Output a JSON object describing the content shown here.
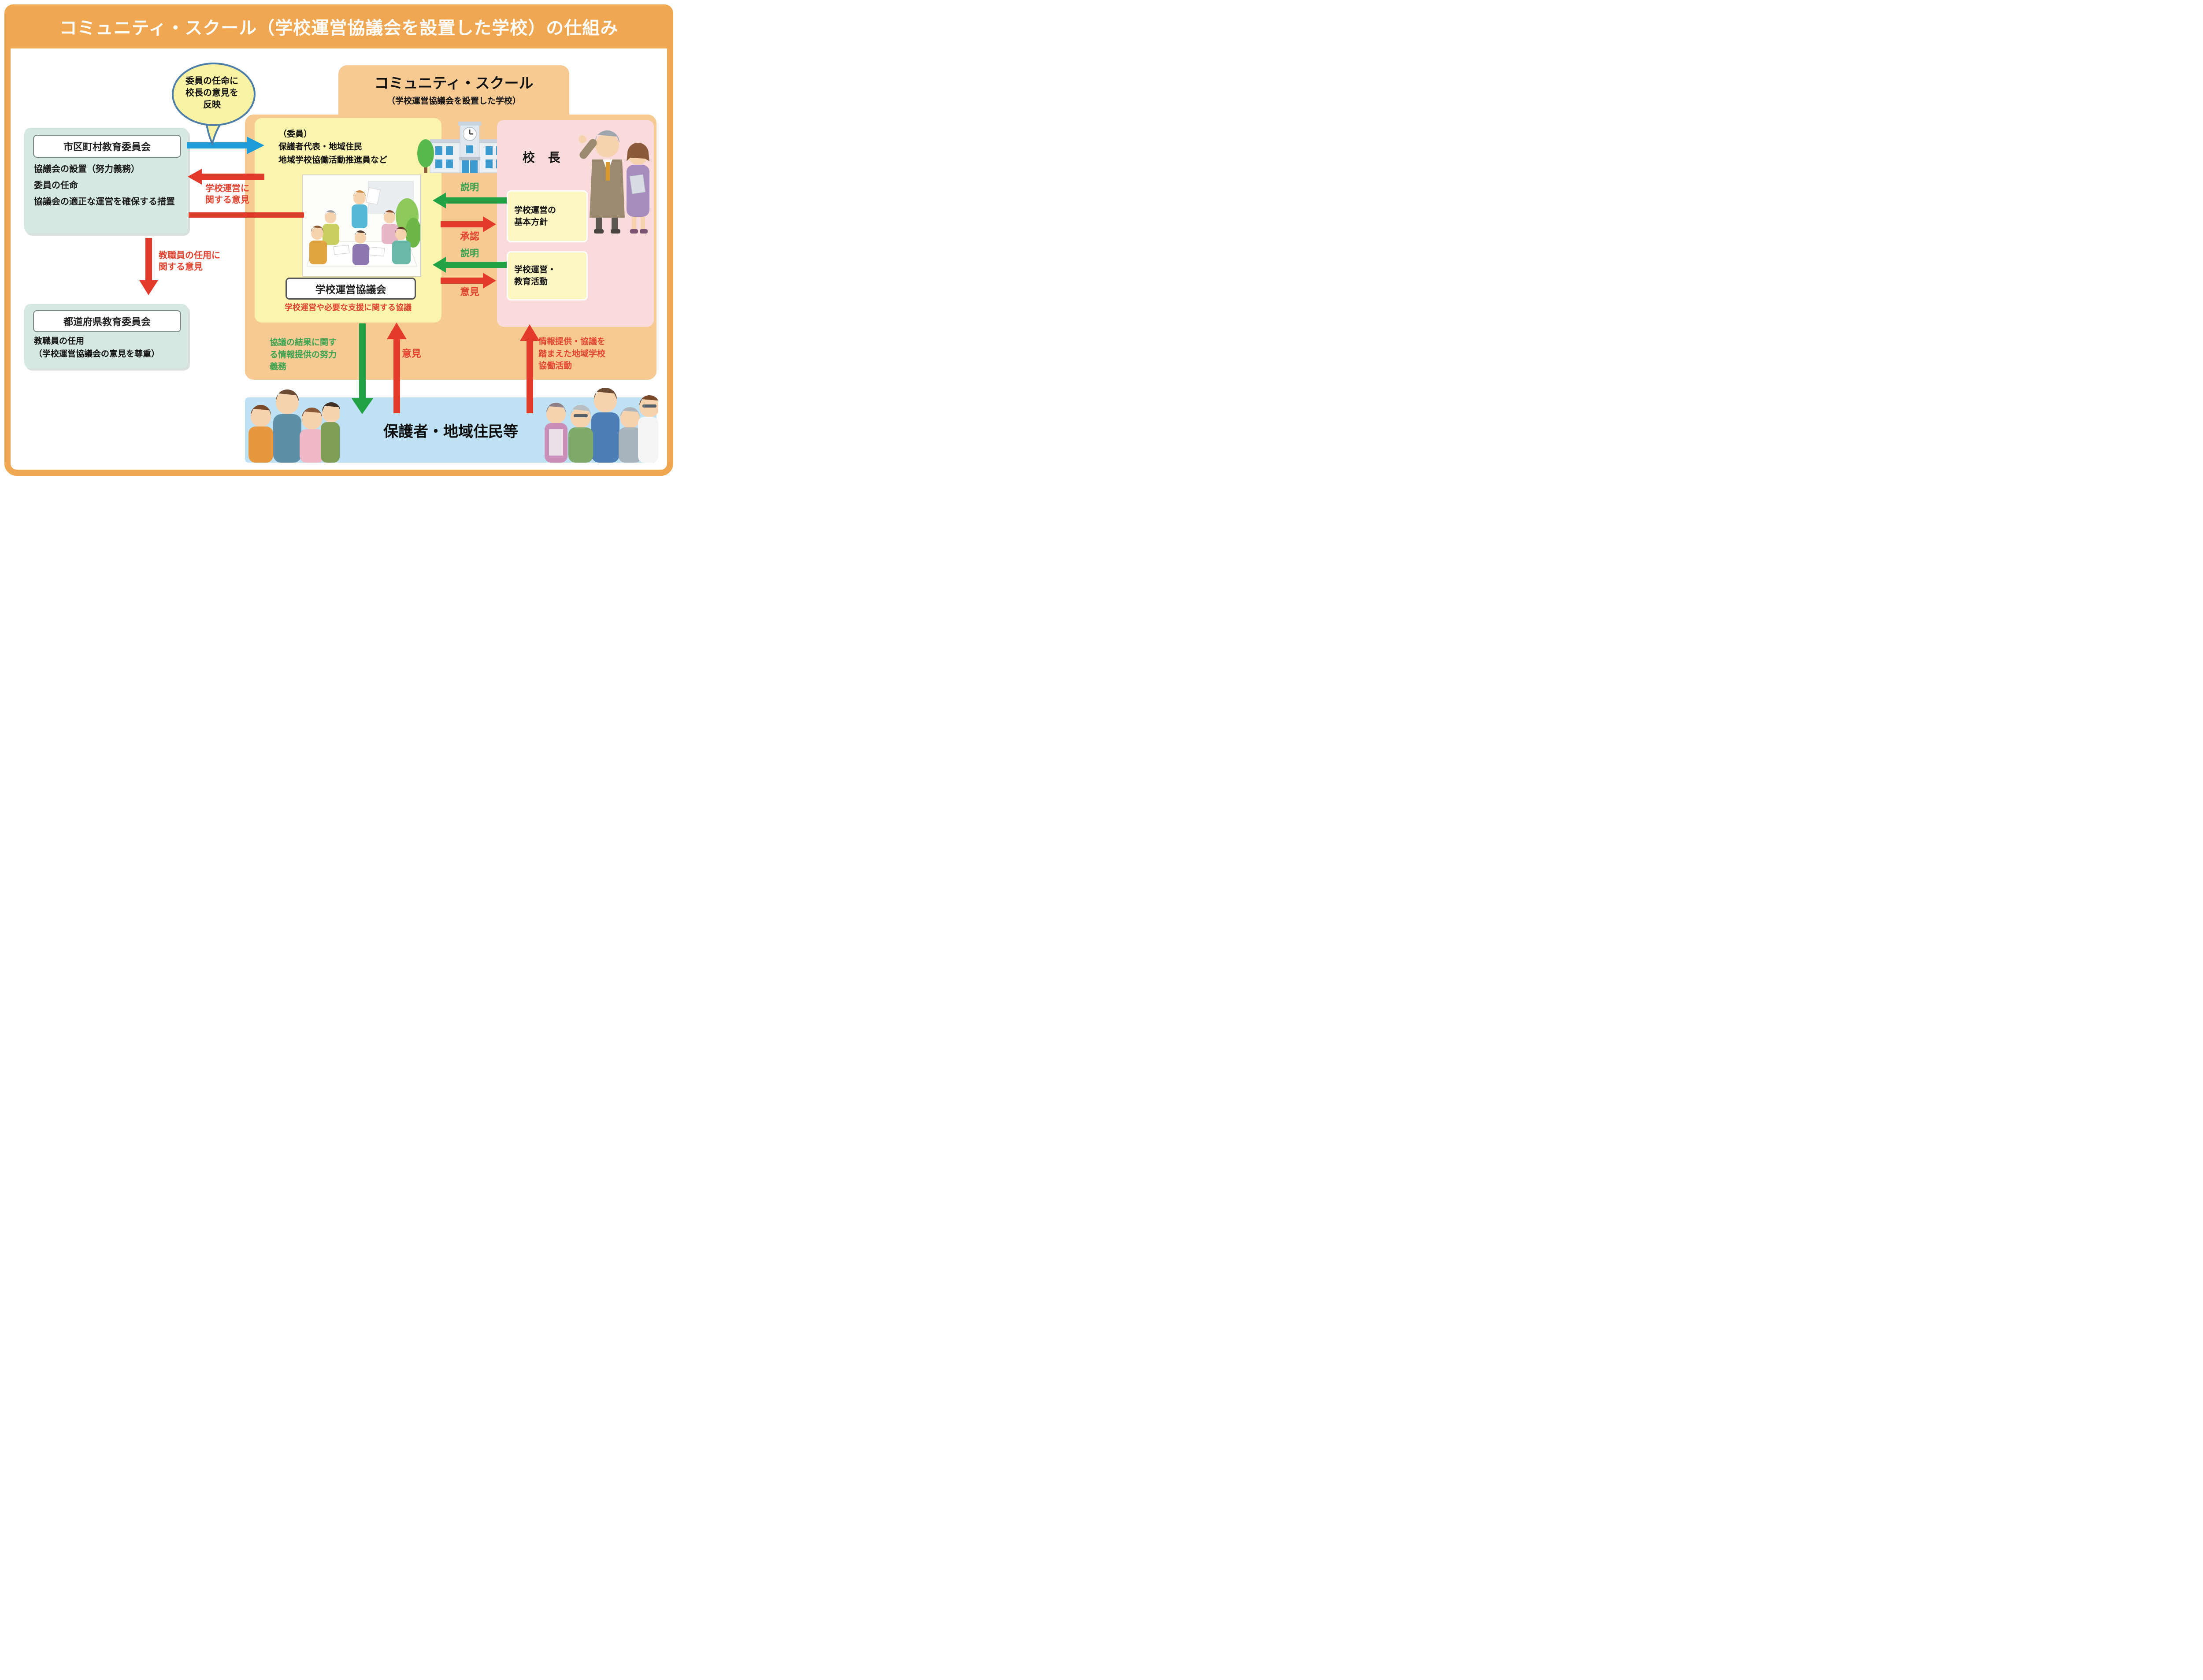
{
  "title": "コミュニティ・スクール（学校運営協議会を設置した学校）の仕組み",
  "speech_bubble": {
    "lines": [
      "委員の任命に",
      "校長の意見を",
      "反映"
    ]
  },
  "municipal_board": {
    "title": "市区町村教育委員会",
    "duties": [
      "協議会の設置（努力義務）",
      "委員の任命",
      "協議会の適正な運営を確保する措置"
    ]
  },
  "prefectural_board": {
    "title": "都道府県教育委員会",
    "duties": [
      "教職員の任用",
      "（学校運営協議会の意見を尊重）"
    ]
  },
  "community_school": {
    "title": "コミュニティ・スクール",
    "subtitle": "（学校運営協議会を設置した学校）"
  },
  "council": {
    "members": [
      "（委員）",
      "保護者代表・地域住民",
      "地域学校協働活動推進員など"
    ],
    "label": "学校運営協議会",
    "consultation": "学校運営や必要な支援に関する協議"
  },
  "principal": {
    "label": "校 長",
    "policy": [
      "学校運営の",
      "基本方針"
    ],
    "activities": [
      "学校運営・",
      "教育活動"
    ]
  },
  "residents": {
    "label": "保護者・地域住民等"
  },
  "arrow_labels": {
    "management_opinion": [
      "学校運営に",
      "関する意見"
    ],
    "staff_opinion": [
      "教職員の任用に",
      "関する意見"
    ],
    "explain_policy": "説明",
    "approve": "承認",
    "explain_activity": "説明",
    "opinion_activity": "意見",
    "info_provision_duty": [
      "協議の結果に関す",
      "る情報提供の努力",
      "義務"
    ],
    "opinion_residents": "意見",
    "community_activity": [
      "情報提供・協議を",
      "踏まえた地域学校",
      "協働活動"
    ]
  },
  "colors": {
    "frame_orange": "#F0A752",
    "container_orange": "#F6CA92",
    "board_teal": "#D5E8E3",
    "council_yellow": "#FBF4AE",
    "inner_yellow": "#FCF7C2",
    "principal_pink": "#F8DBDA",
    "residents_blue": "#BEE1F3",
    "arrow_blue": "#1E9CD8",
    "arrow_red": "#E23B2C",
    "arrow_green": "#21A244"
  }
}
